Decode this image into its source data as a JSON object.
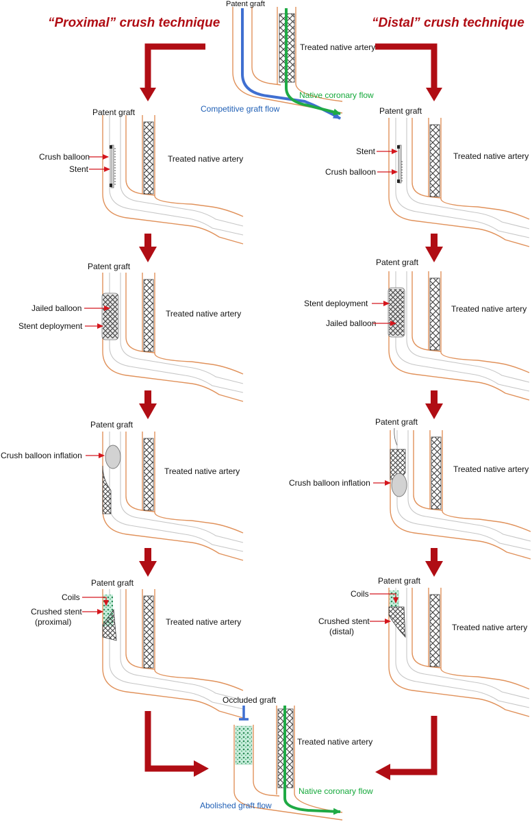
{
  "titles": {
    "left": "“Proximal” crush technique",
    "right": "“Distal” crush technique"
  },
  "top_panel": {
    "graft": "Patent graft",
    "artery": "Treated native artery",
    "native_flow": "Native coronary flow",
    "graft_flow": "Competitive graft flow"
  },
  "left_steps": [
    {
      "graft": "Patent graft",
      "artery": "Treated native artery",
      "labels": [
        "Crush balloon",
        "Stent"
      ]
    },
    {
      "graft": "Patent graft",
      "artery": "Treated native artery",
      "labels": [
        "Jailed balloon",
        "Stent deployment"
      ]
    },
    {
      "graft": "Patent graft",
      "artery": "Treated native artery",
      "labels": [
        "Crush balloon inflation"
      ]
    },
    {
      "graft": "Patent graft",
      "artery": "Treated native artery",
      "labels": [
        "Coils",
        "Crushed stent",
        "(proximal)"
      ]
    }
  ],
  "right_steps": [
    {
      "graft": "Patent graft",
      "artery": "Treated native artery",
      "labels": [
        "Stent",
        "Crush balloon"
      ]
    },
    {
      "graft": "Patent graft",
      "artery": "Treated native artery",
      "labels": [
        "Stent deployment",
        "Jailed balloon"
      ]
    },
    {
      "graft": "Patent graft",
      "artery": "Treated native artery",
      "labels": [
        "Crush balloon inflation"
      ]
    },
    {
      "graft": "Patent graft",
      "artery": "Treated native artery",
      "labels": [
        "Coils",
        "Crushed stent",
        "(distal)"
      ]
    }
  ],
  "bottom_panel": {
    "graft": "Occluded graft",
    "artery": "Treated native artery",
    "native_flow": "Native coronary flow",
    "graft_flow": "Abolished graft flow"
  },
  "colors": {
    "arrow": "#b00d14",
    "vessel": "#e0915a",
    "graft_flow": "#3f6fd1",
    "native_flow": "#1faa45",
    "mesh": "#3a3a3a"
  }
}
